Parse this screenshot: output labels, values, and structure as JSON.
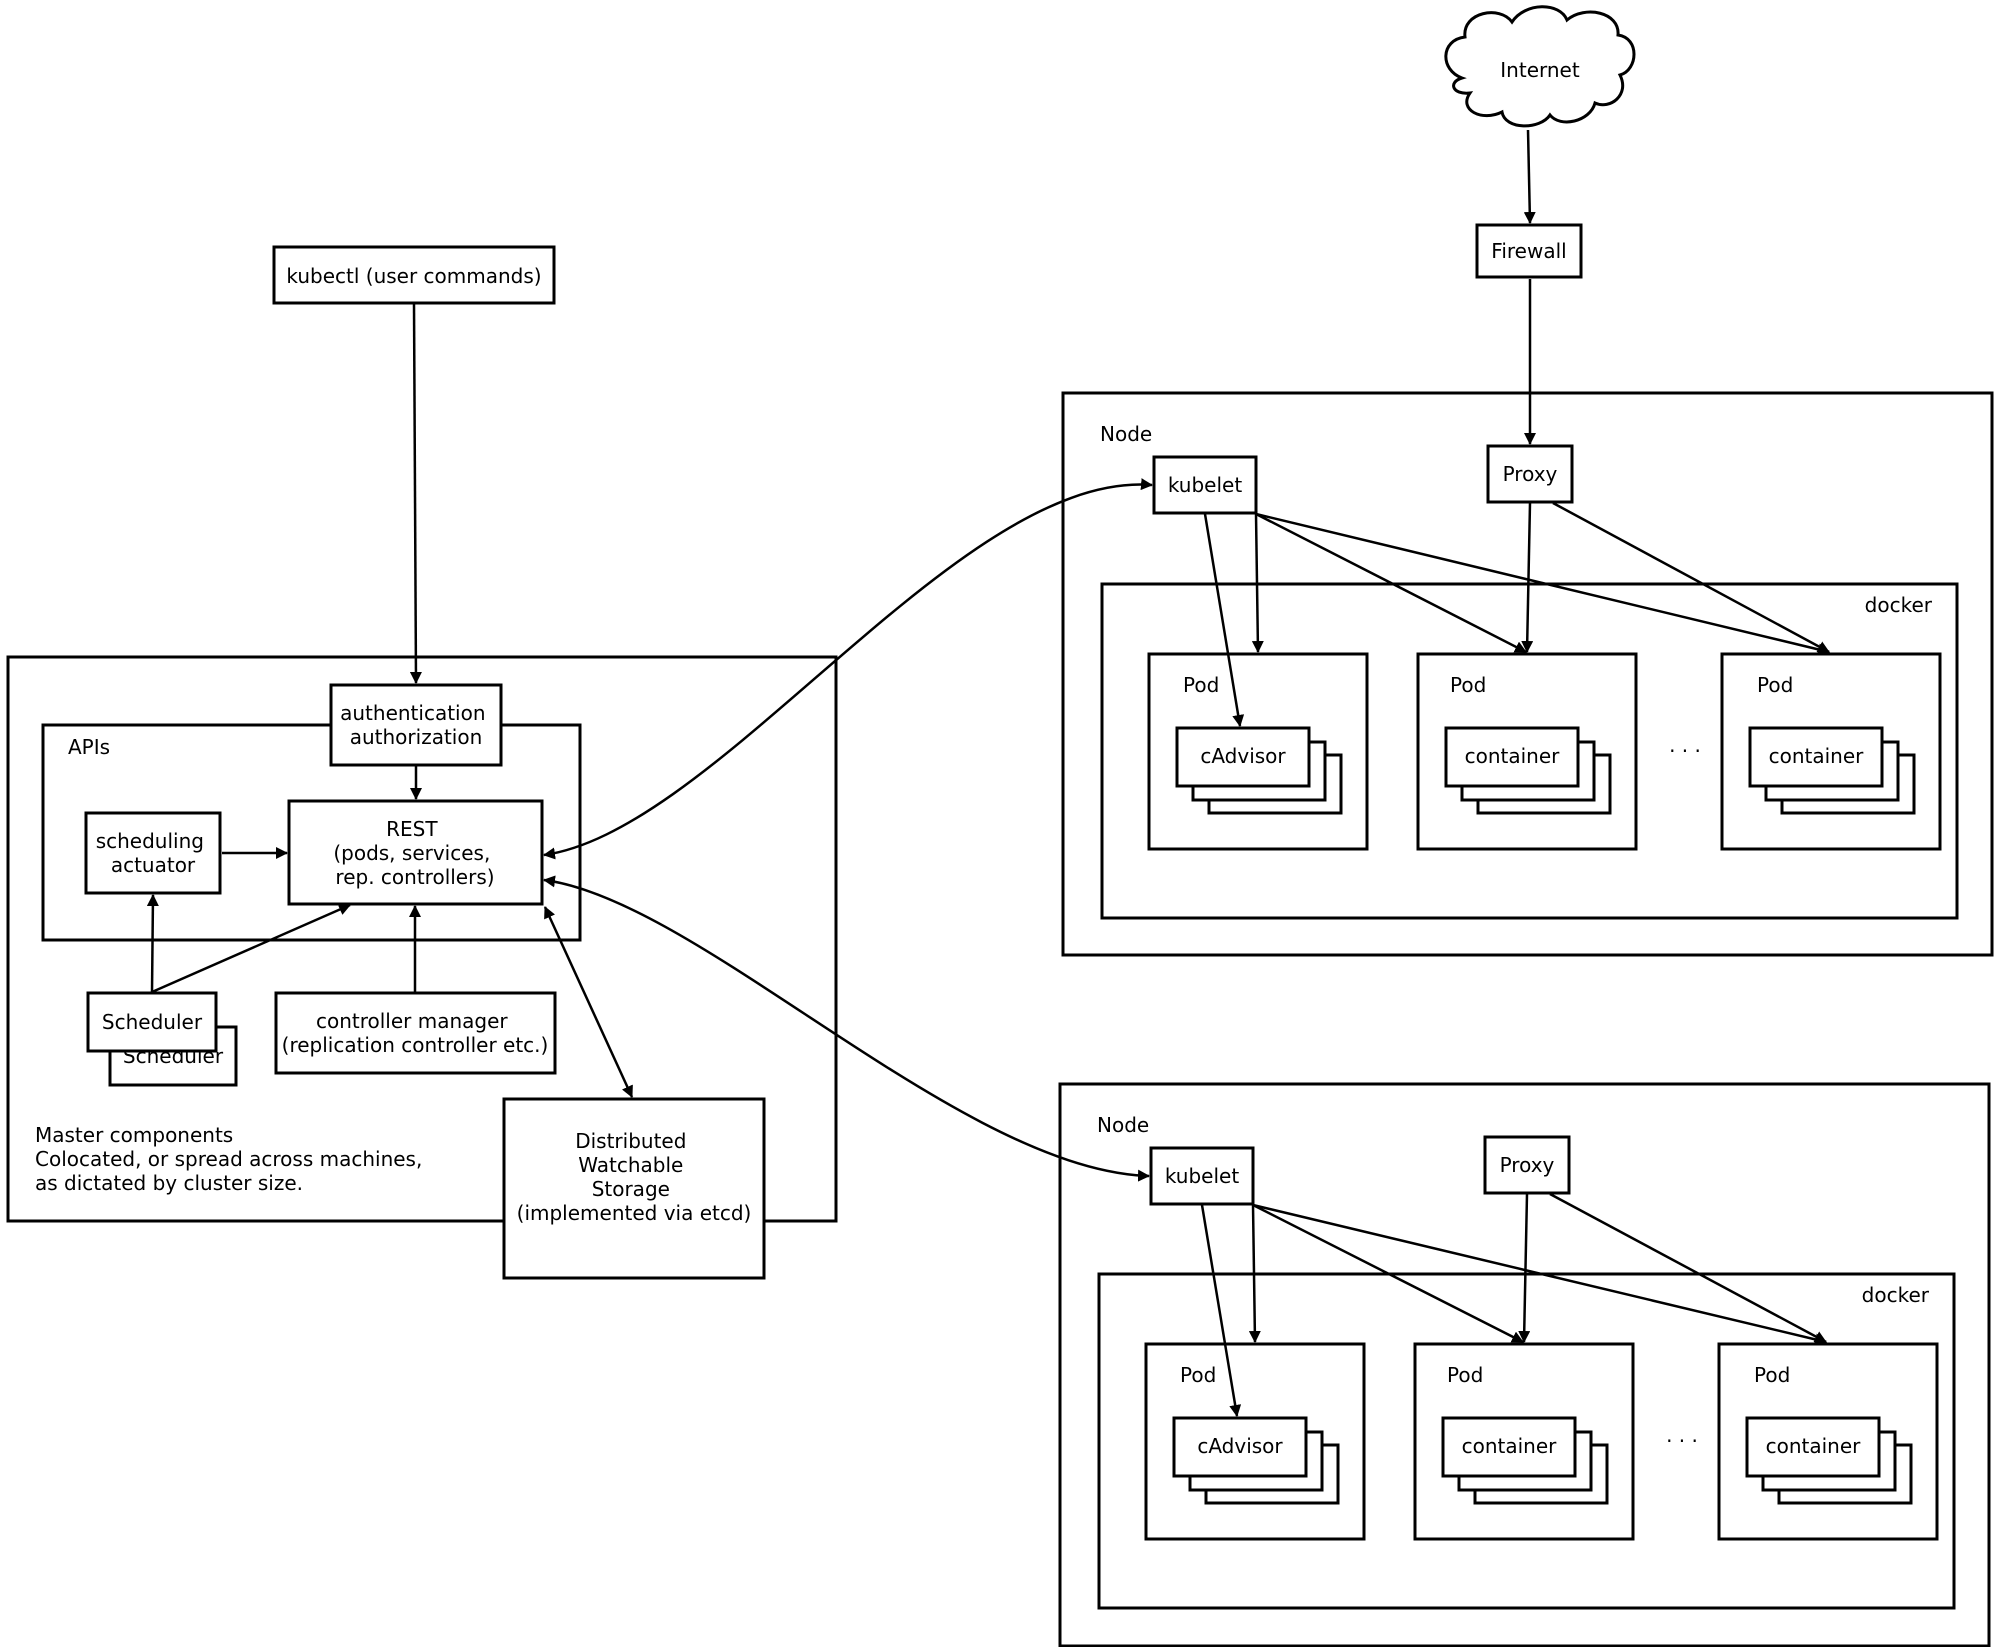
{
  "internet": "Internet",
  "firewall": "Firewall",
  "kubectl": "kubectl (user commands)",
  "master": {
    "auth_lines": [
      "authentication",
      "authorization"
    ],
    "apis": "APIs",
    "scheduling_actuator_lines": [
      "scheduling",
      "actuator"
    ],
    "rest_lines": [
      "REST",
      "(pods, services,",
      "rep. controllers)"
    ],
    "scheduler": "Scheduler",
    "scheduler_back": "Scheduler",
    "controller_manager_lines": [
      "controller manager",
      "(replication controller etc.)"
    ],
    "storage_lines": [
      "Distributed",
      "Watchable",
      "Storage",
      "",
      "(implemented via etcd)"
    ],
    "caption_lines": [
      "Master components",
      "Colocated, or spread across machines,",
      "as dictated by cluster size."
    ]
  },
  "nodes": [
    {
      "label": "Node",
      "kubelet": "kubelet",
      "proxy": "Proxy",
      "docker": "docker",
      "ellipsis": "· · ·",
      "pods": [
        {
          "label": "Pod",
          "content": "cAdvisor"
        },
        {
          "label": "Pod",
          "content": "container"
        },
        {
          "label": "Pod",
          "content": "container"
        }
      ]
    },
    {
      "label": "Node",
      "kubelet": "kubelet",
      "proxy": "Proxy",
      "docker": "docker",
      "ellipsis": "· · ·",
      "pods": [
        {
          "label": "Pod",
          "content": "cAdvisor"
        },
        {
          "label": "Pod",
          "content": "container"
        },
        {
          "label": "Pod",
          "content": "container"
        }
      ]
    }
  ]
}
